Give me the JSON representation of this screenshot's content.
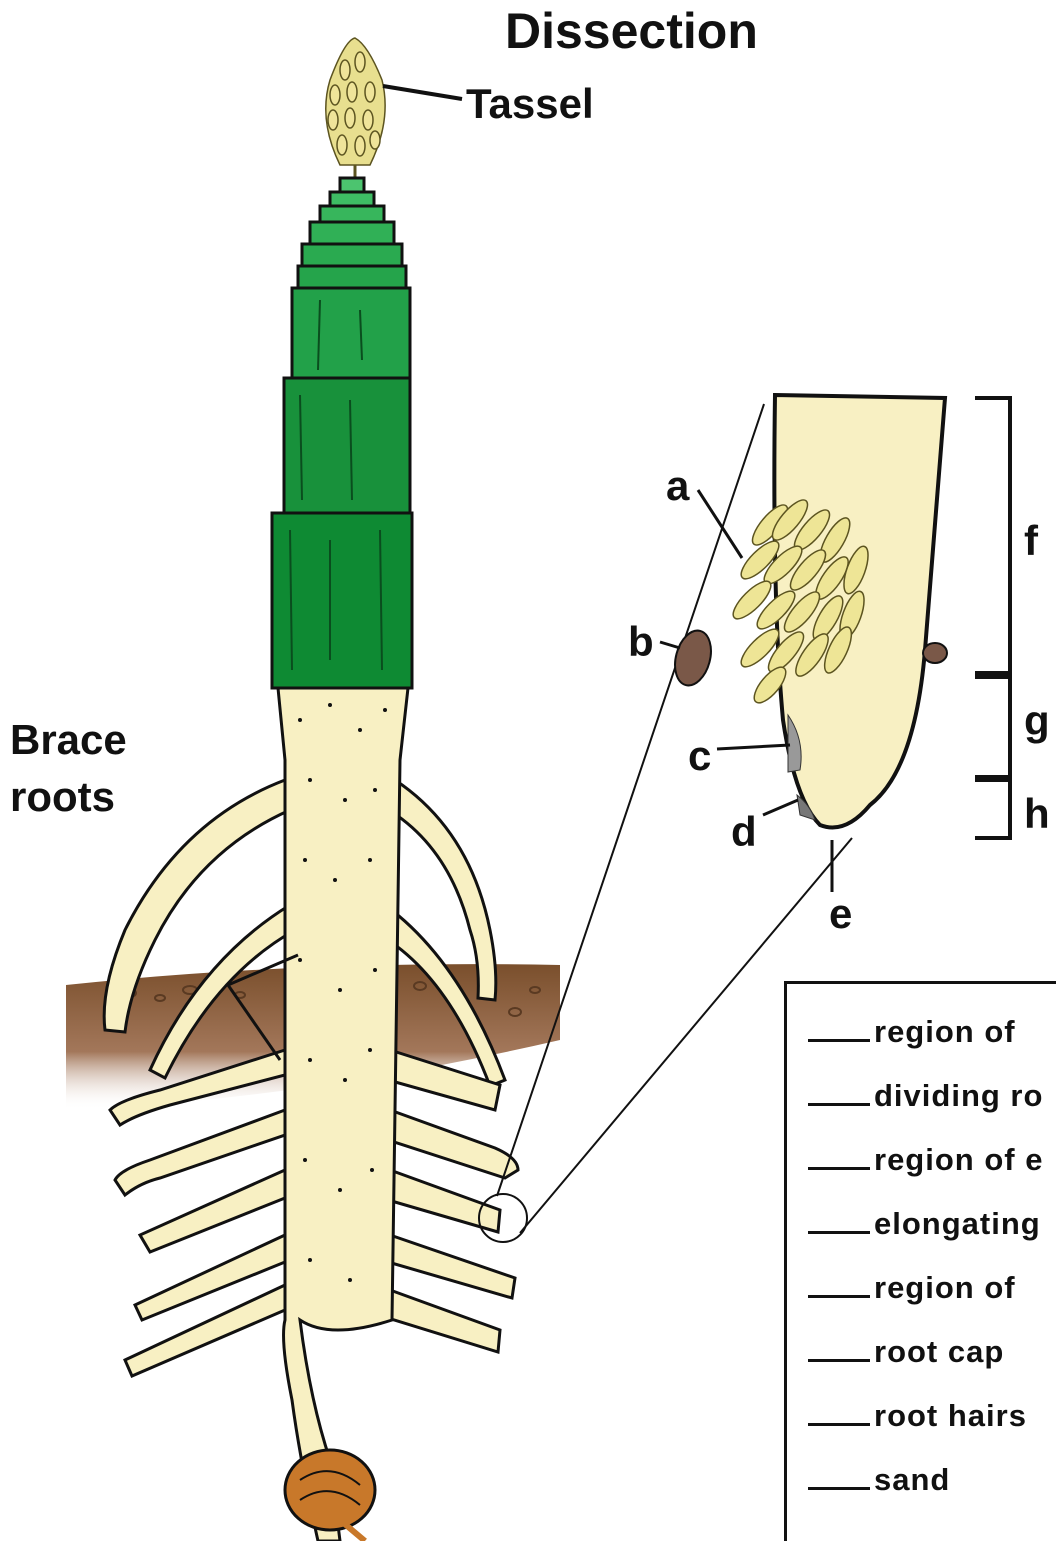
{
  "title": "Dissection",
  "labels": {
    "tassel": "Tassel",
    "brace_roots_line1": "Brace",
    "brace_roots_line2": "roots"
  },
  "letters": [
    "a",
    "b",
    "c",
    "d",
    "e",
    "f",
    "g",
    "h"
  ],
  "key_items": [
    "region of",
    "dividing ro",
    "region of e",
    "elongating",
    "region of",
    "root cap",
    "root hairs",
    "sand"
  ],
  "colors": {
    "tassel": "#e8df8f",
    "stalk_light": "#25b14e",
    "stalk_dark": "#0e8a33",
    "root": "#f8f0c3",
    "soil": "#8a5a32",
    "seed": "#c8782a",
    "pebble": "#7a5848",
    "outline": "#111111"
  }
}
